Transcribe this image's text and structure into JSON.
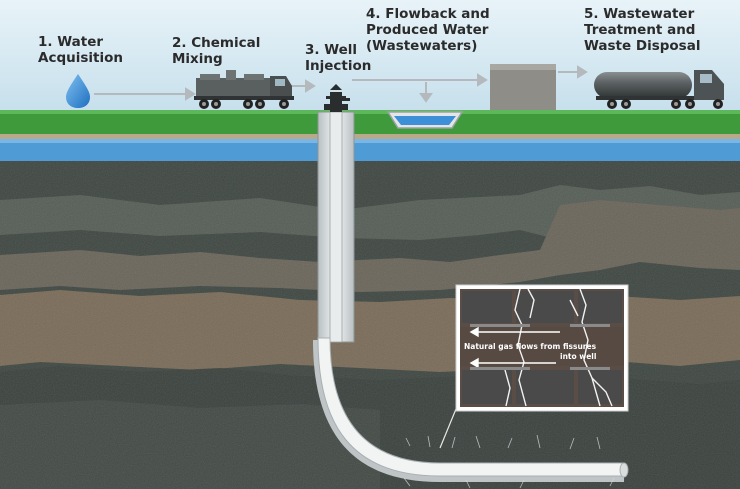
{
  "steps": [
    {
      "line1": "1. Water",
      "line2": "Acquisition"
    },
    {
      "line1": "2. Chemical",
      "line2": "Mixing"
    },
    {
      "line1": "3. Well",
      "line2": "Injection"
    },
    {
      "line1": "4. Flowback and",
      "line2": "Produced Water",
      "line3": "(Wastewaters)"
    },
    {
      "line1": "5. Wastewater",
      "line2": "Treatment and",
      "line3": "Waste Disposal"
    }
  ],
  "inset": {
    "line1": "Natural gas flows from fissures",
    "line2": "into well"
  },
  "colors": {
    "sky": "#d6e9f2",
    "grass": "#3f9a3c",
    "aquifer": "#4f9bd6",
    "rock_dark": "#3e4640",
    "rock_brown": "#6b5e4f",
    "pipe": "#dfe3e4"
  },
  "icons": [
    "water-drop-icon",
    "mixing-truck-icon",
    "wellhead-icon",
    "wastewater-pit-icon",
    "storage-tank-icon",
    "tanker-truck-icon"
  ]
}
